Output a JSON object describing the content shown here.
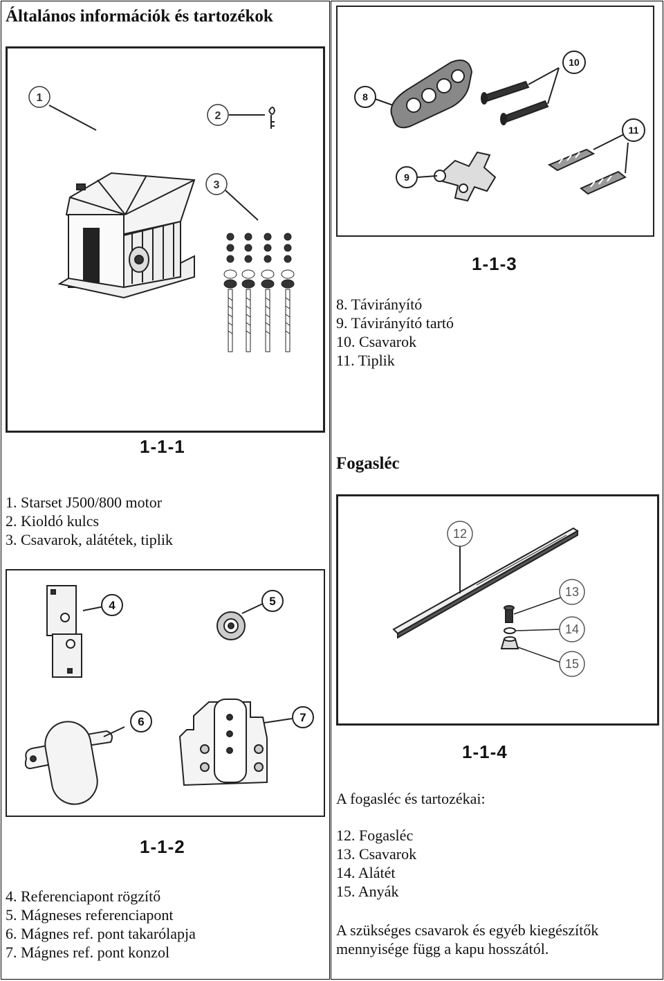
{
  "left_column": {
    "title": "Általános információk és tartozékok",
    "figure1": {
      "label": "1-1-1",
      "callouts": [
        "1",
        "2",
        "3"
      ]
    },
    "list1": [
      "1. Starset J500/800 motor",
      "2. Kioldó kulcs",
      "3. Csavarok, alátétek, tiplik"
    ],
    "figure2": {
      "label": "1-1-2",
      "callouts": [
        "4",
        "5",
        "6",
        "7"
      ]
    },
    "list2": [
      "4. Referenciapont rögzítő",
      "5. Mágneses referenciapont",
      "6. Mágnes ref. pont takarólapja",
      "7. Mágnes ref. pont konzol"
    ]
  },
  "right_column": {
    "figure3": {
      "label": "1-1-3",
      "callouts": [
        "8",
        "9",
        "10",
        "11"
      ]
    },
    "list3": [
      "8. Távirányító",
      "9. Távirányító tartó",
      "10. Csavarok",
      "11. Tiplik"
    ],
    "section_title": "Fogasléc",
    "figure4": {
      "label": "1-1-4",
      "callouts": [
        "12",
        "13",
        "14",
        "15"
      ]
    },
    "intro": "A fogasléc és tartozékai:",
    "list4": [
      "12. Fogasléc",
      "13. Csavarok",
      "14. Alátét",
      "15. Anyák"
    ],
    "note_lines": [
      "A szükséges csavarok és egyéb kiegészítők",
      "mennyisége függ a kapu hosszától."
    ]
  }
}
